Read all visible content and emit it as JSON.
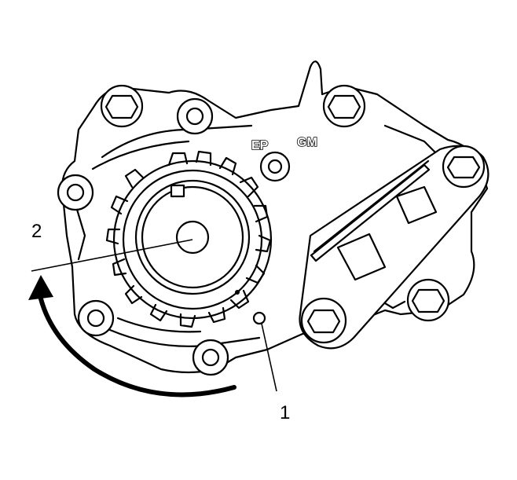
{
  "callouts": {
    "one": "1",
    "two": "2"
  },
  "housing_markings": {
    "ep": "EP",
    "gm": "GM"
  },
  "colors": {
    "ink": "#000000",
    "background": "#ffffff"
  }
}
